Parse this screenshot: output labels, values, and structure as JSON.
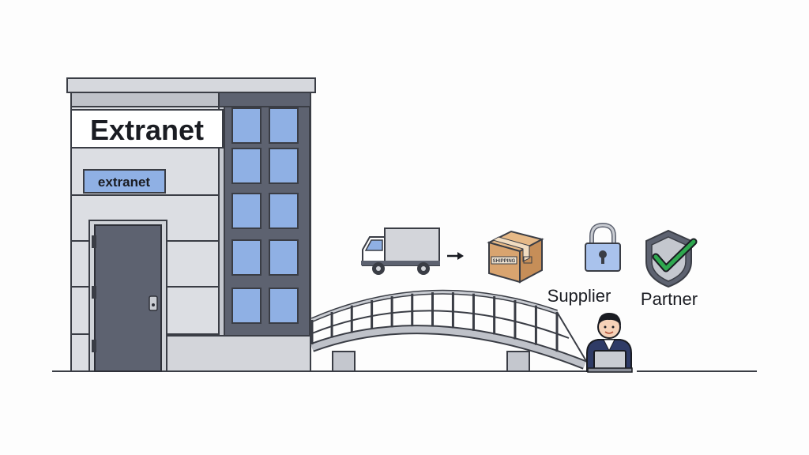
{
  "building": {
    "sign_large": "Extranet",
    "sign_small": "extranet"
  },
  "box": {
    "label": "SHIPPING"
  },
  "labels": {
    "supplier": "Supplier",
    "partner": "Partner"
  },
  "icons": {
    "truck": "delivery-truck-icon",
    "arrow": "arrow-right-icon",
    "box": "package-box-icon",
    "lock": "padlock-icon",
    "shield": "shield-check-icon",
    "person": "person-at-laptop-icon"
  },
  "colors": {
    "building_wall": "#d9dbe0",
    "building_dark": "#5d6270",
    "window_glass": "#8fb0e4",
    "sign_small_bg": "#8fb0e4",
    "box": "#d9a46f",
    "shield_check": "#2fa84f",
    "lock_body": "#a9c2ec"
  }
}
